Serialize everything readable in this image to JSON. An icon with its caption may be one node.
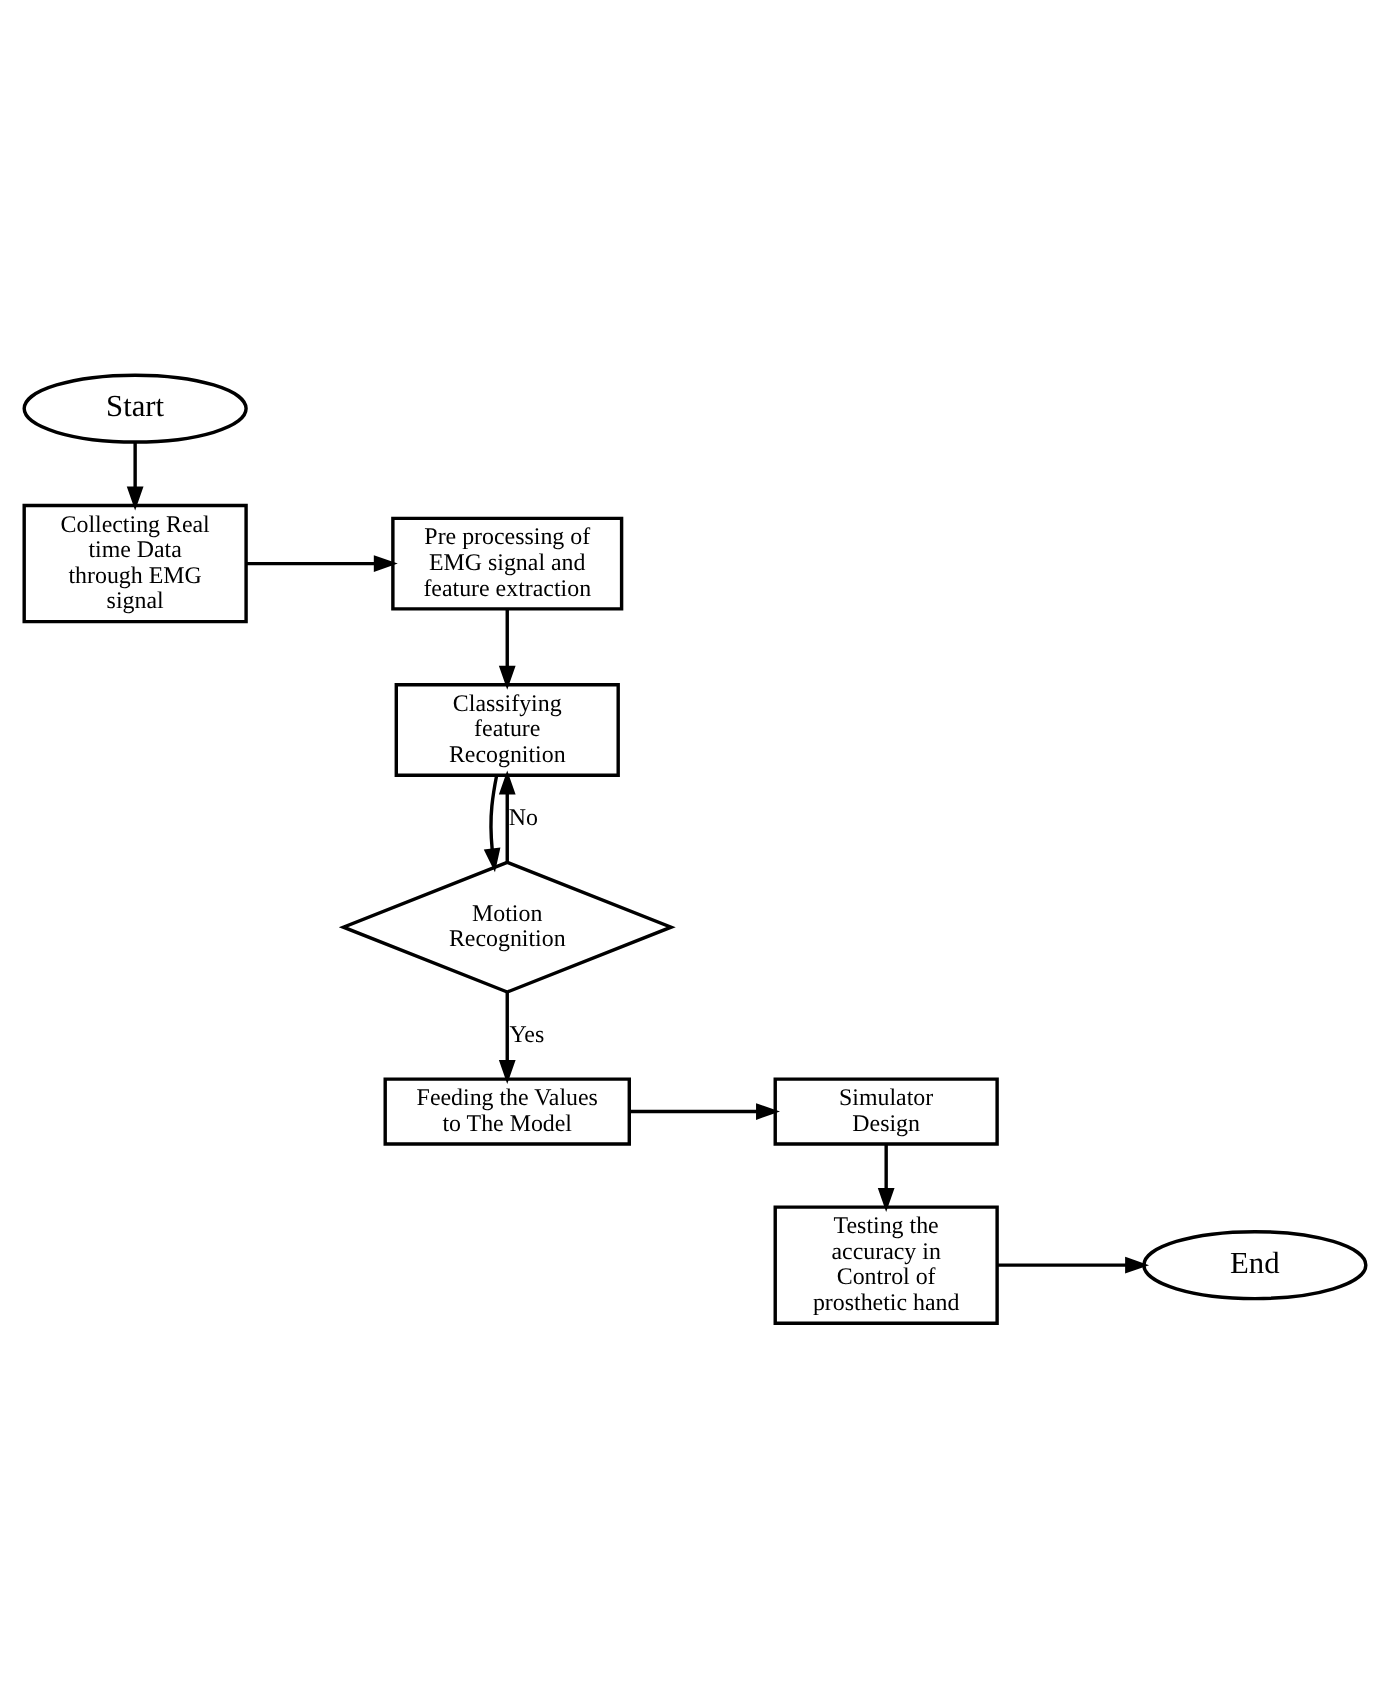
{
  "diagram": {
    "nodes": [
      {
        "text": [
          "Start"
        ]
      },
      {
        "text": [
          "Collecting Real time Data through EMG signal"
        ]
      },
      {
        "text": [
          "Pre processing of EMG signal and feature extraction"
        ]
      },
      {
        "text": [
          "Classifying feature Recognition"
        ]
      },
      {
        "text": [
          "Motion Recognition"
        ]
      },
      {
        "text": [
          "Feeding the Values to The Model"
        ]
      },
      {
        "text": [
          "Simulator Design"
        ]
      },
      {
        "text": [
          "Testing the accuracy in Control of prosthetic hand"
        ]
      },
      {
        "text": [
          "End"
        ]
      }
    ],
    "edges": [
      {
        "from": 0,
        "to": 1,
        "arrow": "to"
      },
      {
        "from": 1,
        "to": 2,
        "arrow": "to"
      },
      {
        "from": 2,
        "to": 3,
        "arrow": "to"
      },
      {
        "from": 3,
        "to": 4,
        "arrow": "to"
      },
      {
        "from": 4,
        "to": 3,
        "arrow": "to",
        "label": "No"
      },
      {
        "from": 4,
        "to": 5,
        "arrow": "to",
        "label": "Yes"
      },
      {
        "from": 5,
        "to": 6,
        "arrow": "to"
      },
      {
        "from": 6,
        "to": 7,
        "arrow": "to"
      },
      {
        "from": 7,
        "to": 8,
        "arrow": "to"
      }
    ]
  }
}
